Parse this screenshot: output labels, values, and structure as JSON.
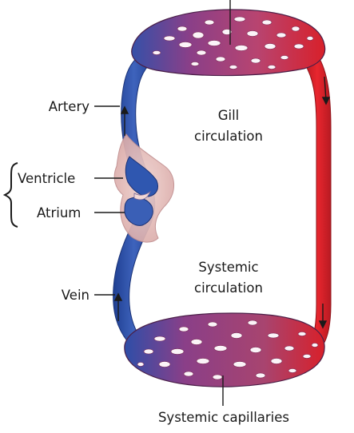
{
  "labels": {
    "gill_line1": "Gill",
    "gill_line2": "circulation",
    "systemic_line1": "Systemic",
    "systemic_line2": "circulation",
    "artery": "Artery",
    "ventricle": "Ventricle",
    "atrium": "Atrium",
    "vein": "Vein",
    "systemic_capillaries": "Systemic capillaries"
  },
  "colors": {
    "oxygenated": "#d8202a",
    "deoxygenated": "#2a4fa8",
    "capillary_bed": "#a0447a",
    "heart_sac": "#e7c3c0"
  }
}
